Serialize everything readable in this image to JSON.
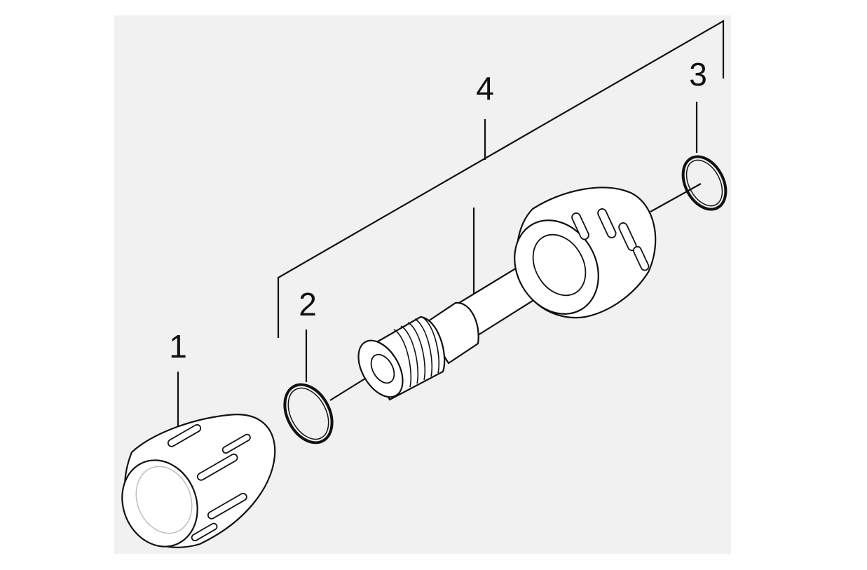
{
  "diagram": {
    "callouts": [
      {
        "id": "1",
        "label": "1"
      },
      {
        "id": "2",
        "label": "2"
      },
      {
        "id": "3",
        "label": "3"
      },
      {
        "id": "4",
        "label": "4"
      }
    ],
    "colors": {
      "background": "#ffffff",
      "panel": "#f1f1f1",
      "part_fill": "#ffffff",
      "line": "#111111",
      "shading": "#bdbdbd"
    }
  }
}
